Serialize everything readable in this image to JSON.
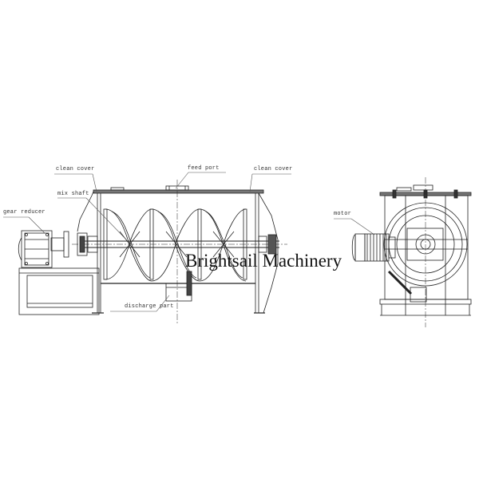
{
  "diagram": {
    "type": "engineering-drawing",
    "subject": "horizontal ribbon mixer",
    "views": [
      "front-view",
      "side-view"
    ],
    "labels": {
      "clean_cover_left": "clean  cover",
      "feed_port": "feed port",
      "clean_cover_right": "clean  cover",
      "mix_shaft": "mix shaft",
      "gear_reducer": "gear reducer",
      "discharge_part": "discharge part",
      "motor": "motor"
    },
    "watermark": "Brightsail Machinery",
    "line_color": "#222222",
    "background": "#ffffff"
  }
}
